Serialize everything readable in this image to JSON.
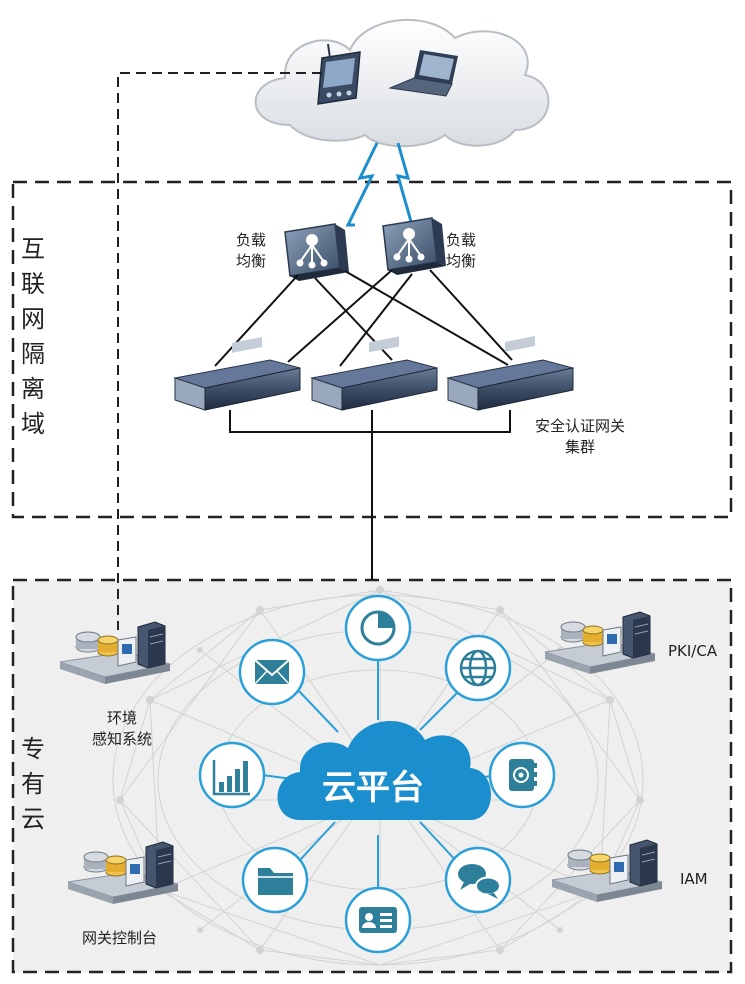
{
  "zones": {
    "internet_isolation_zone": "互\n联\n网\n隔\n离\n域",
    "private_cloud": "专\n有\n云"
  },
  "nodes": {
    "load_balancer_left": "负载\n均衡",
    "load_balancer_right": "负载\n均衡",
    "gateway_cluster": "安全认证网关\n集群",
    "env_monitoring": "环境\n感知系统",
    "gateway_console": "网关控制台",
    "pki_ca": "PKI/CA",
    "iam": "IAM",
    "cloud_platform": "云平台"
  },
  "hub_icons": [
    "pie-chart-icon",
    "globe-icon",
    "address-book-icon",
    "chat-icon",
    "id-card-icon",
    "folder-icon",
    "bar-chart-icon",
    "mail-icon"
  ],
  "colors": {
    "accent_blue": "#1b8fce",
    "hub_blue": "#2a9fd8",
    "icon_teal": "#2d7f9a",
    "dark_device": "#2f3f56",
    "zone_bg": "#efefef"
  }
}
